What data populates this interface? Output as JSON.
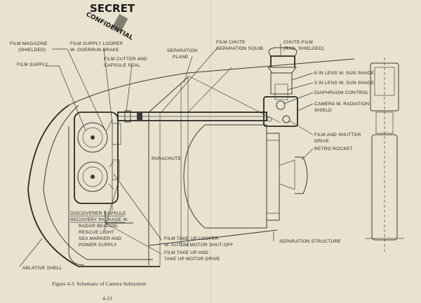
{
  "stamp": {
    "line1": "SECRET",
    "line2": "CONFIDENTIAL"
  },
  "labels": {
    "film_magazine": [
      "FILM MAGAZINE",
      "(SHIELDED)"
    ],
    "film_supply_looper": [
      "FILM SUPPLY LOOPER",
      "W. OVERRUN BRAKE"
    ],
    "film_cutter": [
      "FILM CUTTER AND",
      "CAPSULE SEAL"
    ],
    "film_supply": [
      "FILM SUPPLY"
    ],
    "separation_plane": [
      "SEPARATION",
      "PLANE"
    ],
    "film_chute_squib": [
      "FILM CHUTE",
      "SEPARATION SQUIB"
    ],
    "chute_film": [
      "CHUTE-FILM",
      "(RAD. SHIELDED)"
    ],
    "lens_6in": [
      "6 IN LENS W. SUN SHADE"
    ],
    "lens_3in": [
      "3 IN LENS W. SUN SHADE"
    ],
    "diaphragm": [
      "DIAPHRAGM CONTROL"
    ],
    "camera_shield": [
      "CAMERA W. RADIATION",
      "SHIELD"
    ],
    "film_shutter": [
      "FILM AND SHUTTER",
      "DRIVE"
    ],
    "retro_rocket": [
      "RETRO ROCKET"
    ],
    "parachute": [
      "PARACHUTE"
    ],
    "discoverer": [
      "DISCOVERER CAPSULE",
      "RECOVERY PACKAGE W.",
      "RADAR BEACON",
      "RESCUE LIGHT",
      "SEA MARKER AND",
      "POWER SUPPLY"
    ],
    "takeup_looper": [
      "FILM TAKE UP LOOPER",
      "W. AUTOM MOTOR SHUT-OFF"
    ],
    "takeup_drive": [
      "FILM TAKE UP AND",
      "TAKE UP MOTOR DRIVE"
    ],
    "separation_structure": [
      "SEPARATION STRUCTURE"
    ],
    "ablative_shell": [
      "ABLATIVE SHELL"
    ]
  },
  "caption": "Figure 4-3.  Schematic of Camera Subsystem",
  "page_number": "4-23"
}
